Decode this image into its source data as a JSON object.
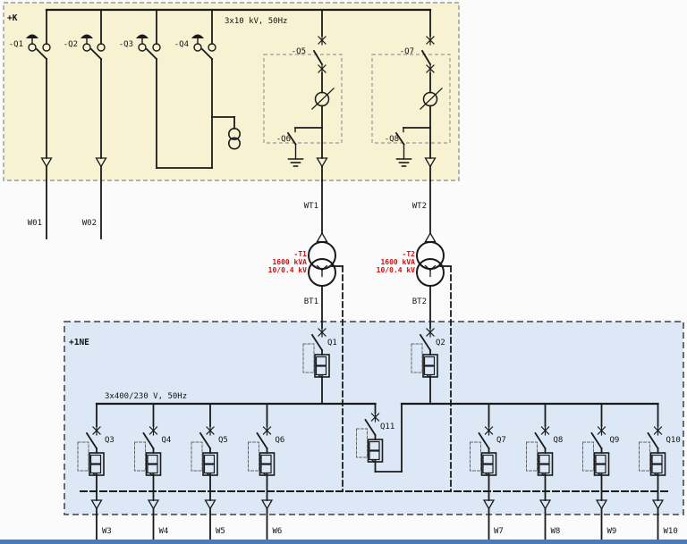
{
  "colors": {
    "background": "#fbfbfb",
    "mv_box_fill": "#f6f2d2",
    "mv_box_border": "#9a9a9a",
    "lv_box_fill": "#dce8f6",
    "lv_box_border": "#3f3f3f",
    "line": "#1a1a1a",
    "transformer_label_red": "#cc1111",
    "bottom_strip": "#4e79b7"
  },
  "mv": {
    "section_label": "+K",
    "bus_label": "3x10 kV, 50Hz",
    "ring_switches": [
      "-Q1",
      "-Q2",
      "-Q3",
      "-Q4"
    ],
    "cables": [
      "W01",
      "W02"
    ],
    "feeders": [
      {
        "switch": "-Q5",
        "earthing_switch": "-Q6"
      },
      {
        "switch": "-Q7",
        "earthing_switch": "-Q8"
      }
    ]
  },
  "transformers": [
    {
      "hv_cable": "WT1",
      "tag": "-T1",
      "rating": "1600 kVA",
      "ratio": "10/0.4 kV",
      "lv_cable": "BT1"
    },
    {
      "hv_cable": "WT2",
      "tag": "-T2",
      "rating": "1600 kVA",
      "ratio": "10/0.4 kV",
      "lv_cable": "BT2"
    }
  ],
  "lv": {
    "section_label": "+1NE",
    "bus_label": "3x400/230 V, 50Hz",
    "incomers": [
      "Q1",
      "Q2"
    ],
    "bus_tie": "Q11",
    "feeders": [
      {
        "breaker": "Q3",
        "cable": "W3"
      },
      {
        "breaker": "Q4",
        "cable": "W4"
      },
      {
        "breaker": "Q5",
        "cable": "W5"
      },
      {
        "breaker": "Q6",
        "cable": "W6"
      },
      {
        "breaker": "Q7",
        "cable": "W7"
      },
      {
        "breaker": "Q8",
        "cable": "W8"
      },
      {
        "breaker": "Q9",
        "cable": "W9"
      },
      {
        "breaker": "Q10",
        "cable": "W10"
      }
    ]
  }
}
